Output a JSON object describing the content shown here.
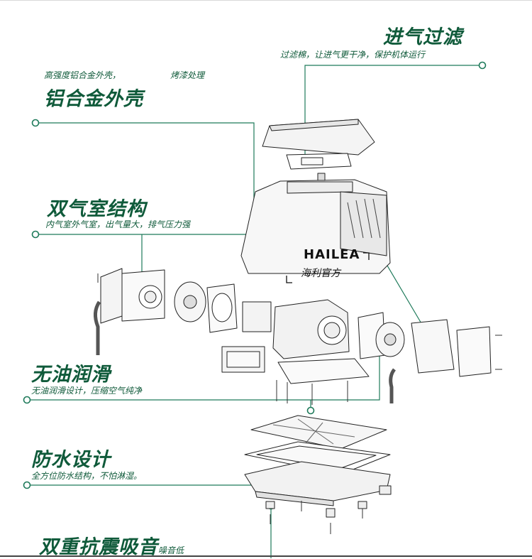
{
  "brand": {
    "name": "HAILEA",
    "cn": "海利官方"
  },
  "colors": {
    "accent": "#0f5a3a",
    "line": "#1e7a5a",
    "drawing": "#222222"
  },
  "features": [
    {
      "title": "进气过滤",
      "subtitle": "过滤棉，让进气更干净，保护机体运行"
    },
    {
      "title": "铝合金外壳",
      "subtitle": "高强度铝合金外壳，",
      "extra": "烤漆处理"
    },
    {
      "title": "双气室结构",
      "subtitle": "内气室外气室，出气量大，排气压力强"
    },
    {
      "title": "无油润滑",
      "subtitle": "无油润滑设计，压缩空气纯净"
    },
    {
      "title": "防水设计",
      "subtitle": "全方位防水结构，不怕淋湿。"
    },
    {
      "title": "双重抗震吸音",
      "subtitle": "噪音低"
    }
  ]
}
